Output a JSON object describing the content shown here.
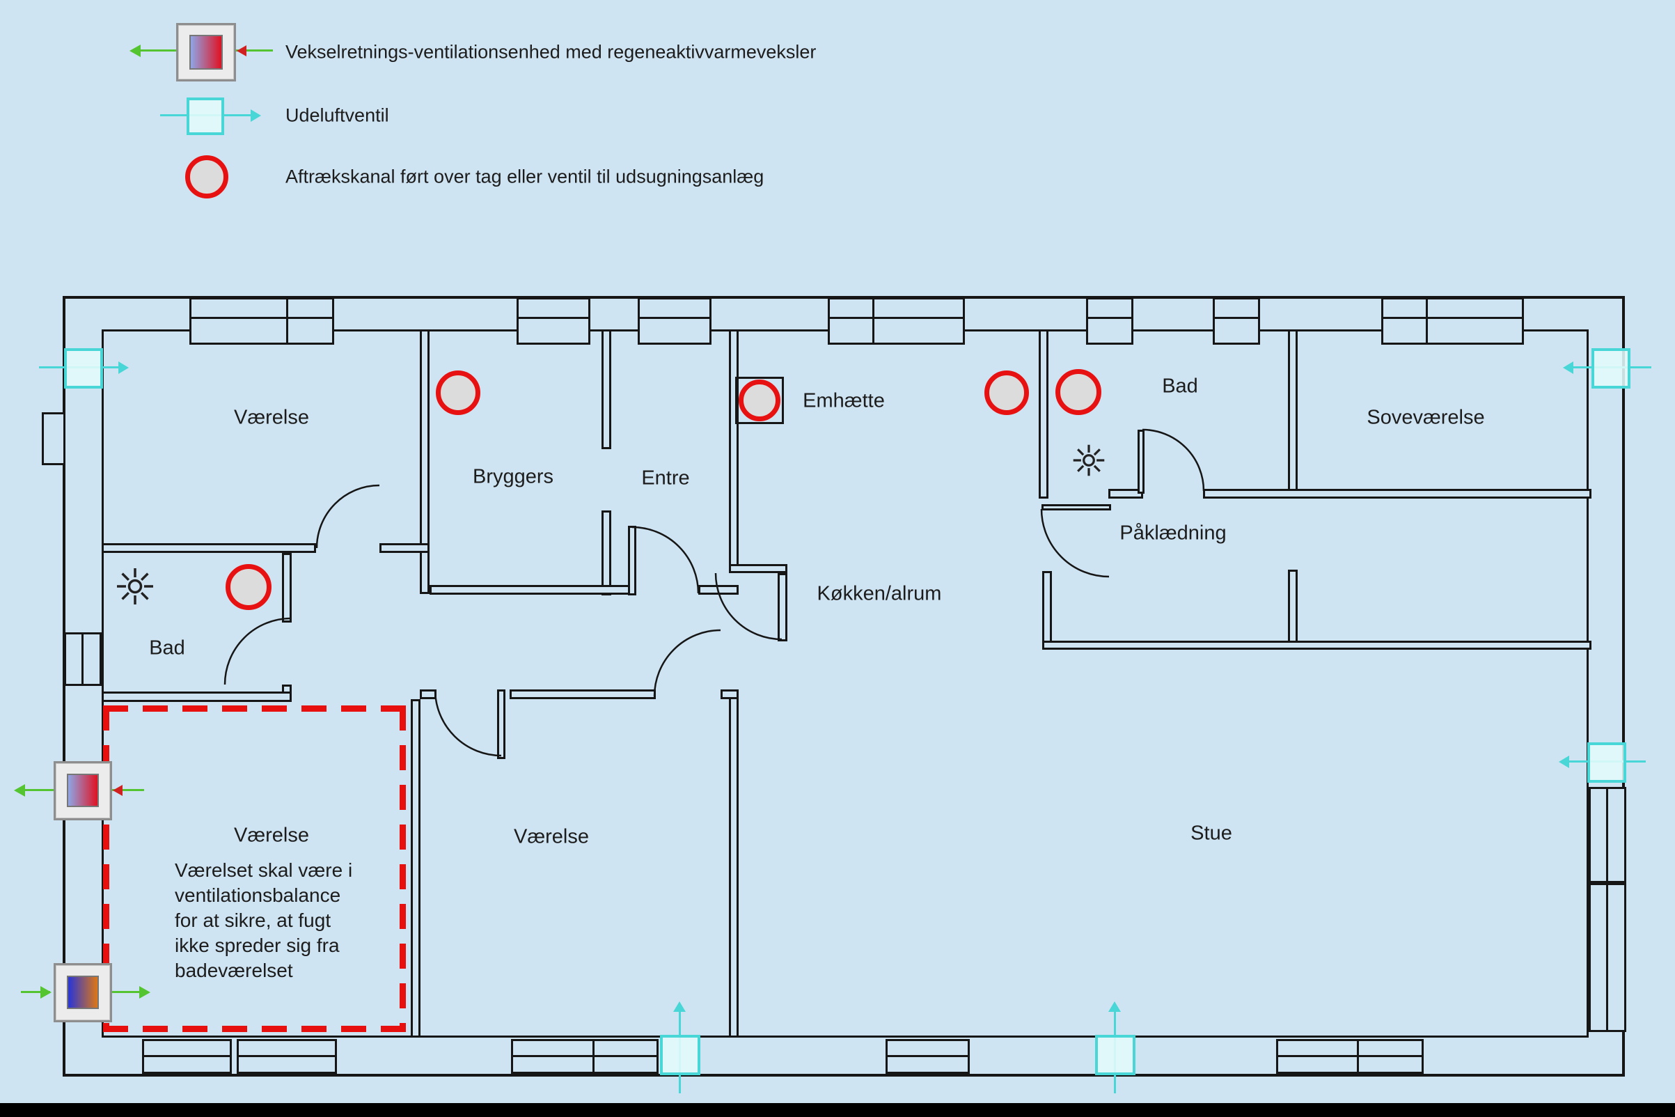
{
  "legend": {
    "items": [
      {
        "id": "ventilation-unit",
        "label": "Vekselretnings-ventilationsenhed med regeneaktivvarmeveksler"
      },
      {
        "id": "outdoor-air-valve",
        "label": "Udeluftventil"
      },
      {
        "id": "exhaust-duct",
        "label": "Aftrækskanal ført over tag eller ventil til udsugningsanlæg"
      }
    ]
  },
  "rooms": {
    "vaerelse_top_left": "Værelse",
    "bryggers": "Bryggers",
    "entre": "Entre",
    "bad_left": "Bad",
    "bad_right": "Bad",
    "sovevaerelse": "Soveværelse",
    "paaklaedning": "Påklædning",
    "koekken_alrum": "Køkken/alrum",
    "stue": "Stue",
    "vaerelse_bottom_left": "Værelse",
    "vaerelse_bottom_mid": "Værelse"
  },
  "annotations": {
    "emhaette": "Emhætte",
    "balance_note": "Værelset skal være i\nventilationsbalance\nfor at sikre, at fugt\nikke spreder sig fra\nbadeværelset"
  },
  "colors": {
    "background": "#cfe4f2",
    "wall": "#161616",
    "exhaust_red": "#e81111",
    "valve_cyan": "#49d6d6",
    "arrow_green": "#55c431",
    "circle_fill": "#dcdcdc",
    "unit_gradient_1": "#8ea6e6 → #e01222",
    "unit_gradient_2": "#2735d8 → #dd7716"
  }
}
